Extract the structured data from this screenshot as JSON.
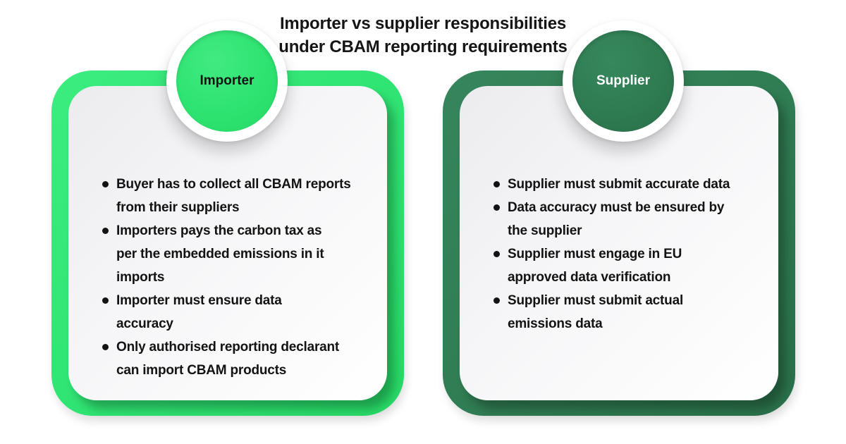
{
  "title": {
    "line1": "Importer vs supplier responsibilities",
    "line2": "under CBAM reporting requirements"
  },
  "cards": [
    {
      "badge": "Importer",
      "accent_color": "#2EE371",
      "items": [
        {
          "lines": [
            "Buyer has to collect all CBAM reports",
            "from their suppliers"
          ]
        },
        {
          "lines": [
            "Importers pays the carbon tax as",
            "per the embedded emissions in it",
            "imports"
          ]
        },
        {
          "lines": [
            "Importer must ensure data",
            "accuracy"
          ]
        },
        {
          "lines": [
            "Only authorised reporting declarant",
            "can import CBAM products"
          ]
        }
      ]
    },
    {
      "badge": "Supplier",
      "accent_color": "#2F7B52",
      "items": [
        {
          "lines": [
            "Supplier must submit accurate data"
          ]
        },
        {
          "lines": [
            "Data accuracy must be ensured by",
            "the supplier"
          ]
        },
        {
          "lines": [
            "Supplier must engage in EU",
            "approved data verification"
          ]
        },
        {
          "lines": [
            "Supplier must submit actual",
            "emissions data"
          ]
        }
      ]
    }
  ],
  "colors": {
    "background": "#FFFFFF",
    "importer_green": "#2EE371",
    "supplier_green": "#2F7B52",
    "card_inner_bg": "#F3F3F5",
    "text": "#131313",
    "badge_importer_text": "#131313",
    "badge_supplier_text": "#FFFFFF"
  }
}
